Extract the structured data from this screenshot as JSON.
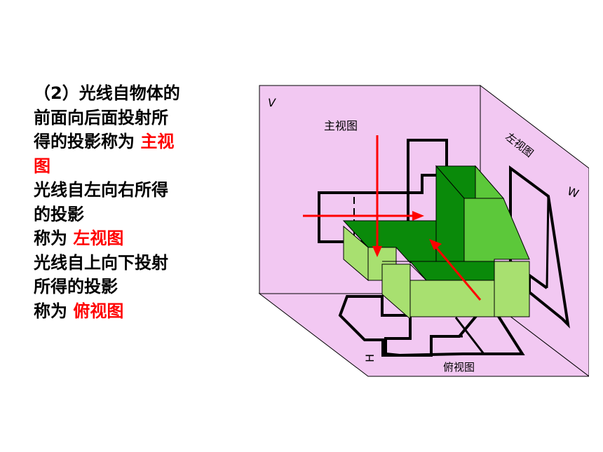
{
  "text": {
    "lines": [
      [
        {
          "t": "（2）光线自物体的"
        }
      ],
      [
        {
          "t": "前面向后面投射所"
        }
      ],
      [
        {
          "t": "得的投影称为 "
        },
        {
          "t": "主视",
          "hl": true
        }
      ],
      [
        {
          "t": "图",
          "hl": true
        }
      ],
      [
        {
          "t": "光线自左向右所得"
        }
      ],
      [
        {
          "t": "的投影"
        }
      ],
      [
        {
          "t": "称为 "
        },
        {
          "t": "左视图",
          "hl": true
        }
      ],
      [
        {
          "t": "光线自上向下投射"
        }
      ],
      [
        {
          "t": "所得的投影"
        }
      ],
      [
        {
          "t": "称为 "
        },
        {
          "t": "俯视图",
          "hl": true
        }
      ]
    ]
  },
  "diagram": {
    "label_front_view": "主视图",
    "label_left_view": "左视图",
    "label_top_view": "俯视图",
    "label_plane_v": "V",
    "label_plane_w": "W",
    "label_plane_h": "H",
    "colors": {
      "wall": "#f2c8f2",
      "top_face": "#0a8a0a",
      "front_face": "#a8e070",
      "side_face": "#5cc83a",
      "arrow": "#ff0000",
      "outline": "#000000"
    }
  }
}
